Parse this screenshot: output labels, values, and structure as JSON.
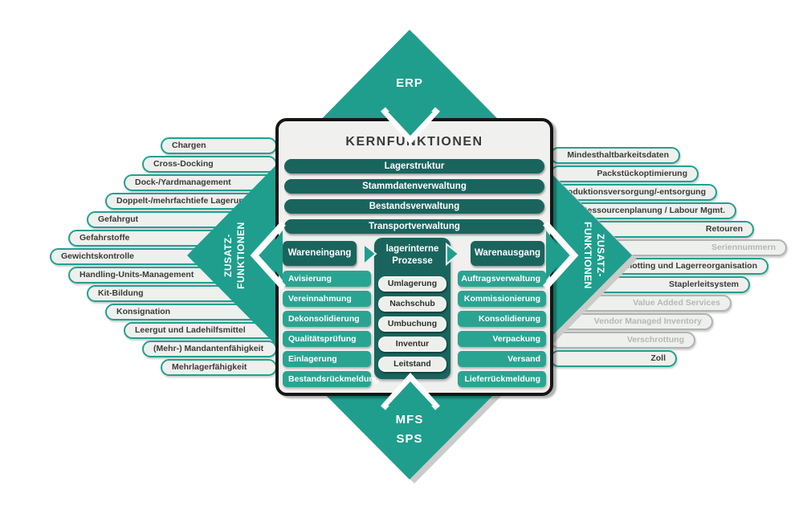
{
  "colors": {
    "teal": "#1f9e8d",
    "teal_dark": "#19655e",
    "teal_mid": "#2aa492",
    "box_bg": "#f0f0ee",
    "box_border": "#161616",
    "pill_bg": "#eef0ed",
    "pill_border": "#23a090",
    "pill_text": "#3b3b3b",
    "disabled_border": "#b3b3b3",
    "disabled_text": "#b6b6b6",
    "shadow": "#cbcbc9"
  },
  "diamond": {
    "top_label": "ERP",
    "bottom_labels": [
      "MFS",
      "SPS"
    ],
    "left_label_lines": [
      "ZUSATZ-",
      "FUNKTIONEN"
    ],
    "right_label_lines": [
      "ZUSATZ-",
      "FUNKTIONEN"
    ]
  },
  "center": {
    "title": "KERNFUNKTIONEN",
    "core_bars": [
      "Lagerstruktur",
      "Stammdatenverwaltung",
      "Bestandsverwaltung",
      "Transportverwaltung"
    ],
    "columns": [
      {
        "header": "Wareneingang",
        "align": "left",
        "items": [
          "Avisierung",
          "Vereinnahmung",
          "Dekonsolidierung",
          "Qualitätsprüfung",
          "Einlagerung",
          "Bestandsrückmeldung"
        ]
      },
      {
        "header": "lagerinterne Prozesse",
        "align": "center",
        "items": [
          "Umlagerung",
          "Nachschub",
          "Umbuchung",
          "Inventur",
          "Leitstand"
        ]
      },
      {
        "header": "Warenausgang",
        "align": "right",
        "items": [
          "Auftragsverwaltung",
          "Kommissionierung",
          "Konsolidierung",
          "Verpackung",
          "Versand",
          "Lieferrückmeldung"
        ]
      }
    ]
  },
  "left_pills": [
    {
      "label": "Chargen",
      "disabled": false
    },
    {
      "label": "Cross-Docking",
      "disabled": false
    },
    {
      "label": "Dock-/Yardmanagement",
      "disabled": false
    },
    {
      "label": "Doppelt-/mehrfachtiefe Lagerung",
      "disabled": false
    },
    {
      "label": "Gefahrgut",
      "disabled": false
    },
    {
      "label": "Gefahrstoffe",
      "disabled": false
    },
    {
      "label": "Gewichtskontrolle",
      "disabled": false
    },
    {
      "label": "Handling-Units-Management",
      "disabled": false
    },
    {
      "label": "Kit-Bildung",
      "disabled": false
    },
    {
      "label": "Konsignation",
      "disabled": false
    },
    {
      "label": "Leergut und Ladehilfsmittel",
      "disabled": false
    },
    {
      "label": "(Mehr-) Mandantenfähigkeit",
      "disabled": false
    },
    {
      "label": "Mehrlagerfähigkeit",
      "disabled": false
    }
  ],
  "right_pills": [
    {
      "label": "Mindesthaltbarkeitsdaten",
      "disabled": false
    },
    {
      "label": "Packstückoptimierung",
      "disabled": false
    },
    {
      "label": "Produktionsversorgung/-entsorgung",
      "disabled": false
    },
    {
      "label": "Ressourcenplanung / Labour Mgmt.",
      "disabled": false
    },
    {
      "label": "Retouren",
      "disabled": false
    },
    {
      "label": "Seriennummern",
      "disabled": true
    },
    {
      "label": "Slotting und Lagerreorganisation",
      "disabled": false
    },
    {
      "label": "Staplerleitsystem",
      "disabled": false
    },
    {
      "label": "Value Added Services",
      "disabled": true
    },
    {
      "label": "Vendor Managed Inventory",
      "disabled": true
    },
    {
      "label": "Verschrottung",
      "disabled": true
    },
    {
      "label": "Zoll",
      "disabled": false
    }
  ]
}
